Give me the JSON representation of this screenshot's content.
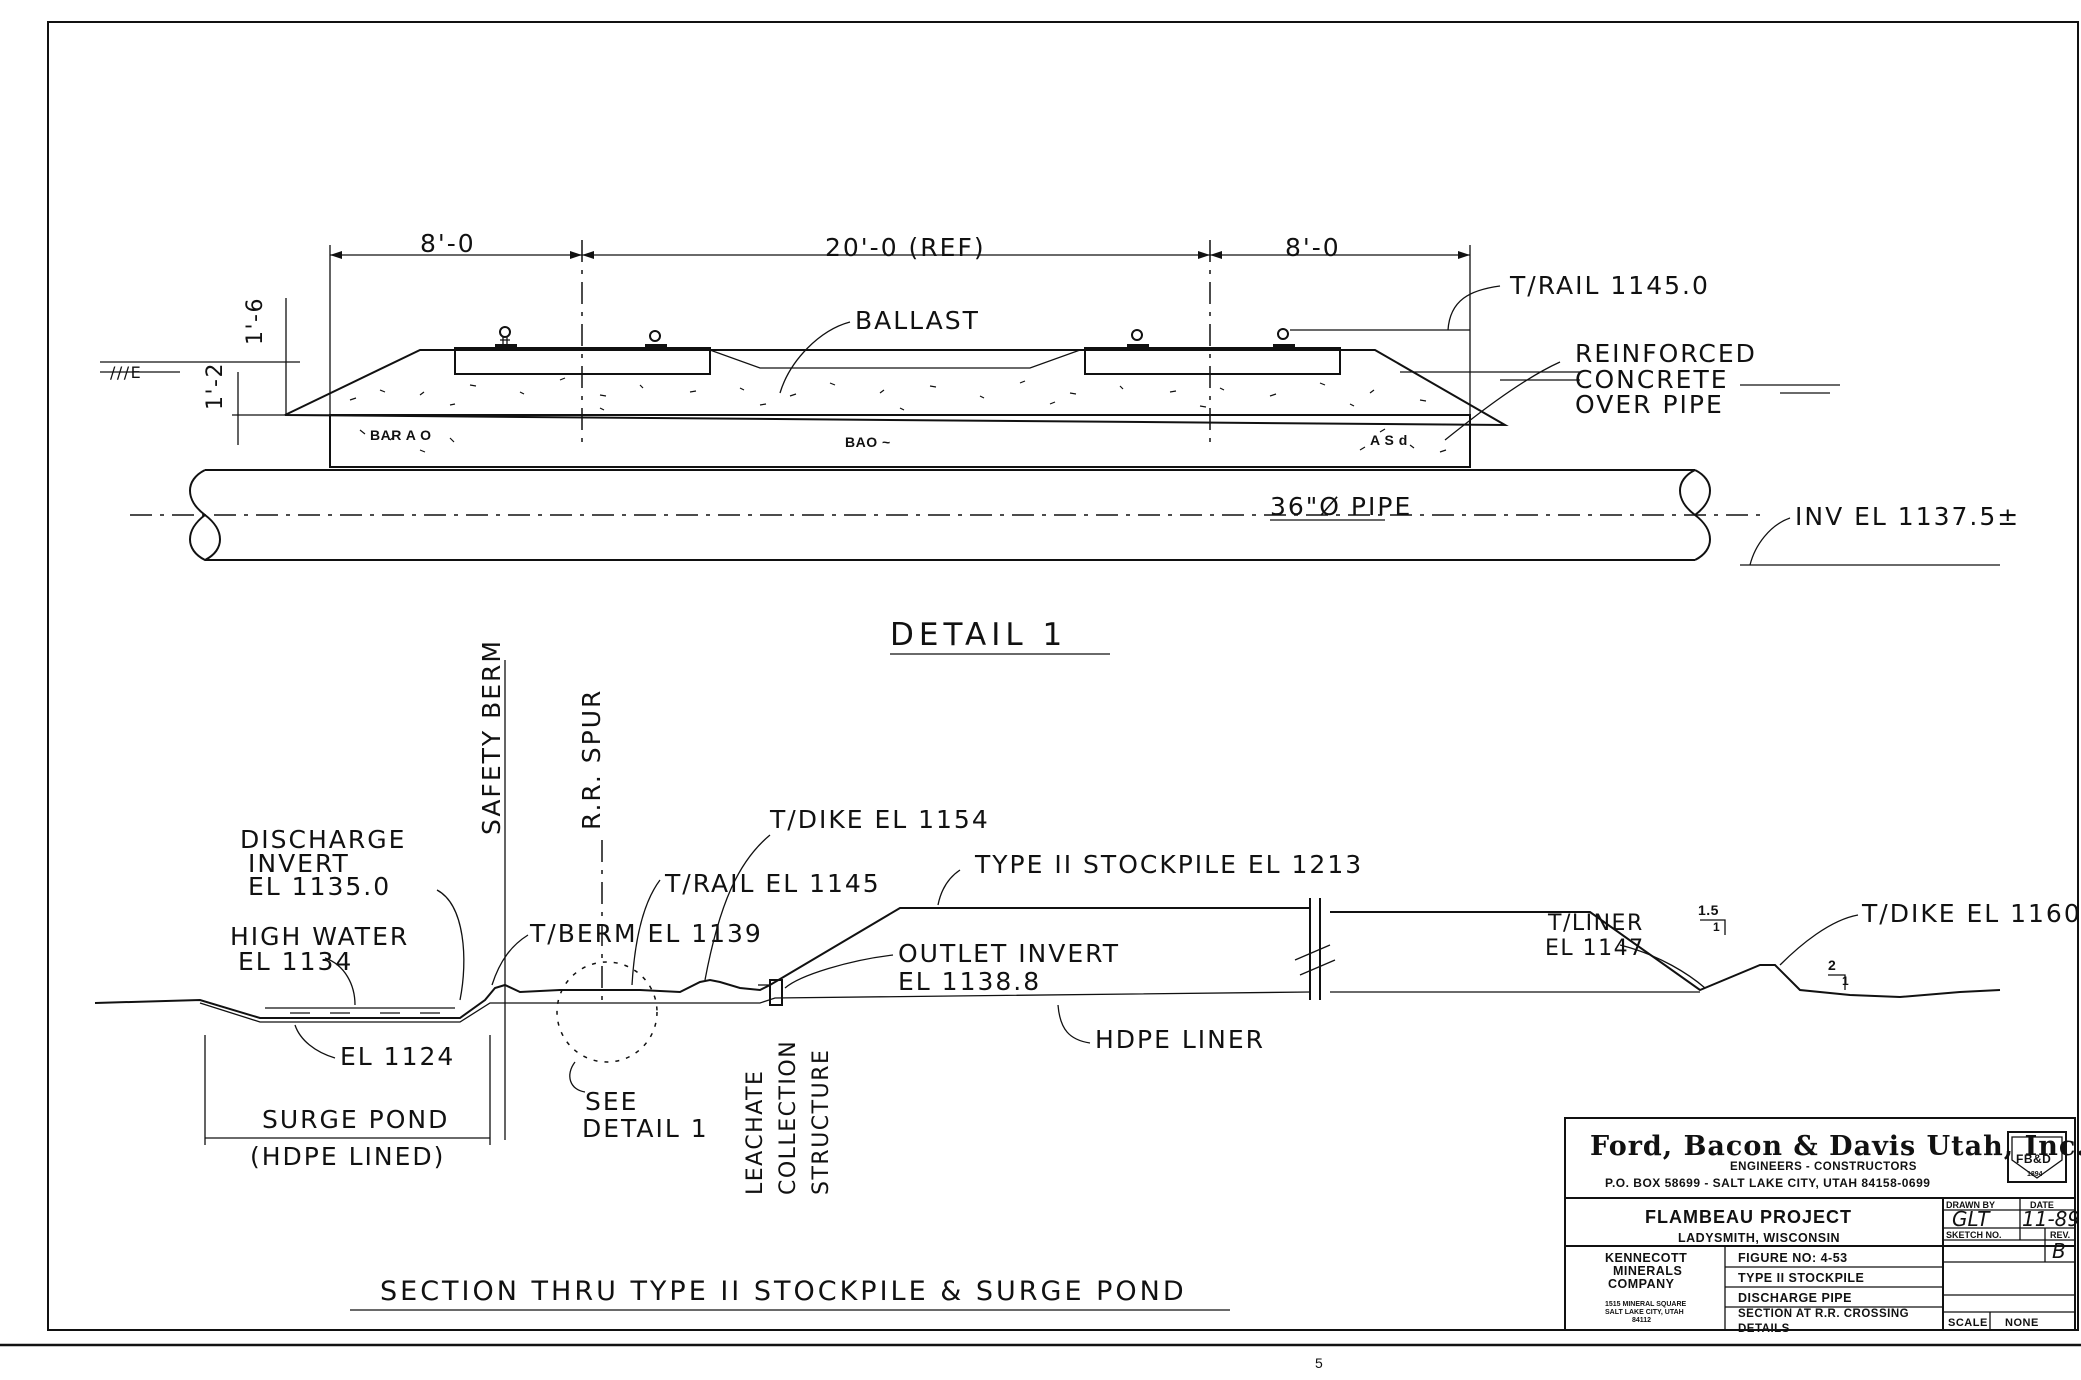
{
  "detail1": {
    "dim_left": "8'-0",
    "dim_center": "20'-0 (REF)",
    "dim_right": "8'-0",
    "dim_vert_upper": "1'-6",
    "dim_vert_lower": "1'-2",
    "ballast": "BALLAST",
    "t_rail": "T/RAIL 1145.0",
    "reinforced_1": "REINFORCED",
    "reinforced_2": "CONCRETE",
    "reinforced_3": "OVER PIPE",
    "pipe": "36\"Ø PIPE",
    "inv": "INV EL 1137.5±",
    "title": "DETAIL 1"
  },
  "section": {
    "safety_berm": "SAFETY BERM",
    "rr_spur": "R.R. SPUR",
    "t_dike_1154": "T/DIKE EL 1154",
    "discharge_1": "DISCHARGE",
    "discharge_2": "INVERT",
    "discharge_3": "EL 1135.0",
    "t_rail_1145": "T/RAIL EL 1145",
    "type2_stockpile": "TYPE II STOCKPILE  EL 1213",
    "high_water_1": "HIGH WATER",
    "high_water_2": "EL 1134",
    "t_berm": "T/BERM EL 1139",
    "outlet_1": "OUTLET INVERT",
    "outlet_2": "EL 1138.8",
    "t_liner_1": "T/LINER",
    "t_liner_2": "EL 1147",
    "slope_1": "1.5",
    "slope_1b": "1",
    "slope_2": "2",
    "slope_2b": "1",
    "t_dike_1160": "T/DIKE EL 1160",
    "el_1124": "EL 1124",
    "hdpe_liner": "HDPE LINER",
    "surge_pond": "SURGE POND",
    "hdpe_lined": "(HDPE LINED)",
    "see_detail_1": "SEE",
    "see_detail_2": "DETAIL 1",
    "leachate_1": "LEACHATE",
    "leachate_2": "COLLECTION",
    "leachate_3": "STRUCTURE",
    "title": "SECTION THRU TYPE II STOCKPILE & SURGE POND"
  },
  "title_block": {
    "company": "Ford, Bacon & Davis Utah, Inc.",
    "tagline": "ENGINEERS - CONSTRUCTORS",
    "address": "P.O. BOX 58699 - SALT LAKE CITY, UTAH 84158-0699",
    "logo_text": "FB&D",
    "logo_year": "1894",
    "project": "FLAMBEAU PROJECT",
    "location": "LADYSMITH, WISCONSIN",
    "client_1": "KENNECOTT",
    "client_2": "MINERALS",
    "client_3": "COMPANY",
    "client_addr_1": "1515 MINERAL SQUARE",
    "client_addr_2": "SALT LAKE CITY, UTAH",
    "client_addr_3": "84112",
    "figure": "FIGURE NO: 4-53",
    "line_1": "TYPE II STOCKPILE",
    "line_2": "DISCHARGE PIPE",
    "line_3": "SECTION AT R.R. CROSSING",
    "line_4": "DETAILS",
    "drawn_by_label": "DRAWN BY",
    "date_label": "DATE",
    "drawn_by": "GLT",
    "date": "11-89",
    "sketch_label": "SKETCH NO.",
    "rev_label": "REV.",
    "rev": "B",
    "scale_label": "SCALE",
    "scale": "NONE"
  },
  "page_number": "5"
}
